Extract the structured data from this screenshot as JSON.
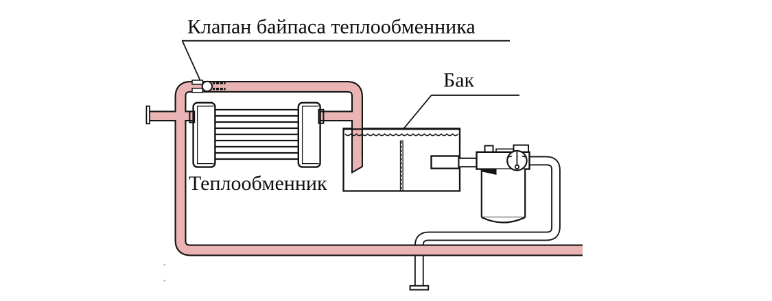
{
  "diagram": {
    "type": "hydraulic-cooling-circuit-schematic",
    "labels": {
      "bypass_valve": "Клапан байпаса теплообменника",
      "tank": "Бак",
      "heat_exchanger": "Теплообменник"
    },
    "colors": {
      "pipe_fill": "#eab4b4",
      "line": "#141414",
      "background": "#ffffff"
    }
  }
}
